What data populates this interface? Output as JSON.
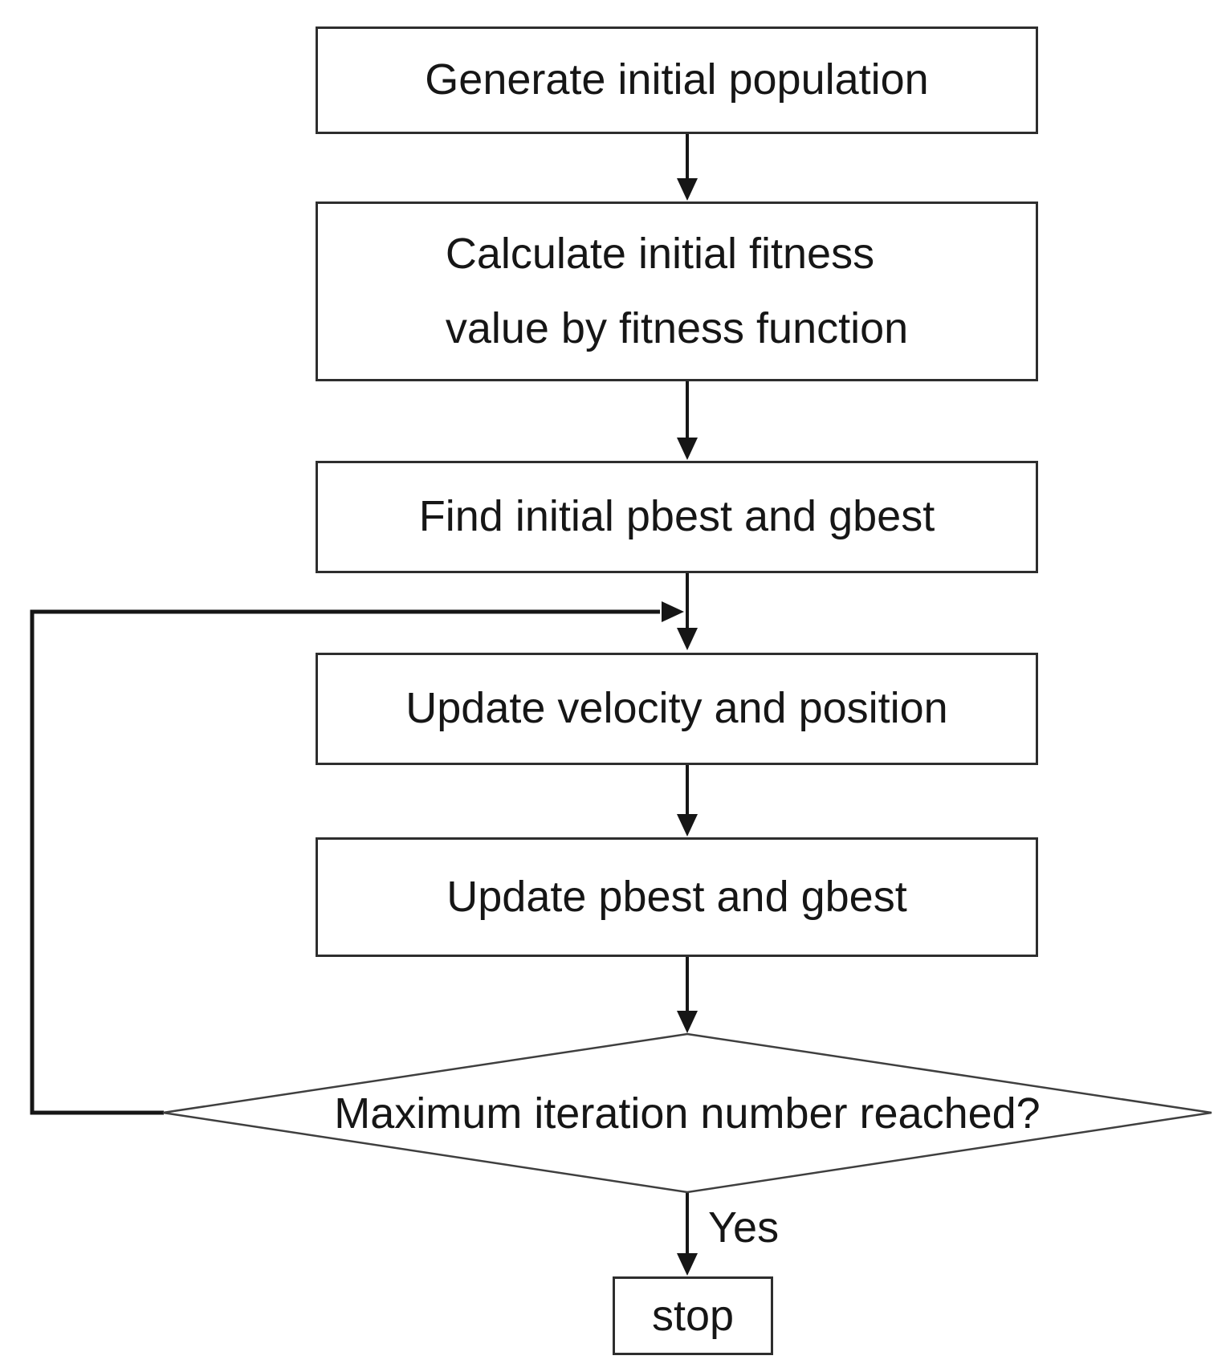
{
  "colors": {
    "background": "#ffffff",
    "line": "#161616",
    "box_border": "#2e2e2e",
    "diamond_border": "#3f3f3f",
    "text": "#161616"
  },
  "nodes": {
    "generate": {
      "label": "Generate initial population"
    },
    "calculate": {
      "lines": [
        "Calculate initial fitness",
        "value by fitness function"
      ]
    },
    "find_initial": {
      "label": "Find initial pbest and gbest"
    },
    "update_velocity": {
      "label": "Update velocity and position"
    },
    "update_best": {
      "label": "Update pbest and gbest"
    },
    "decision": {
      "label": "Maximum iteration number reached?"
    },
    "stop": {
      "label": "stop"
    }
  },
  "labels": {
    "yes": "Yes"
  }
}
